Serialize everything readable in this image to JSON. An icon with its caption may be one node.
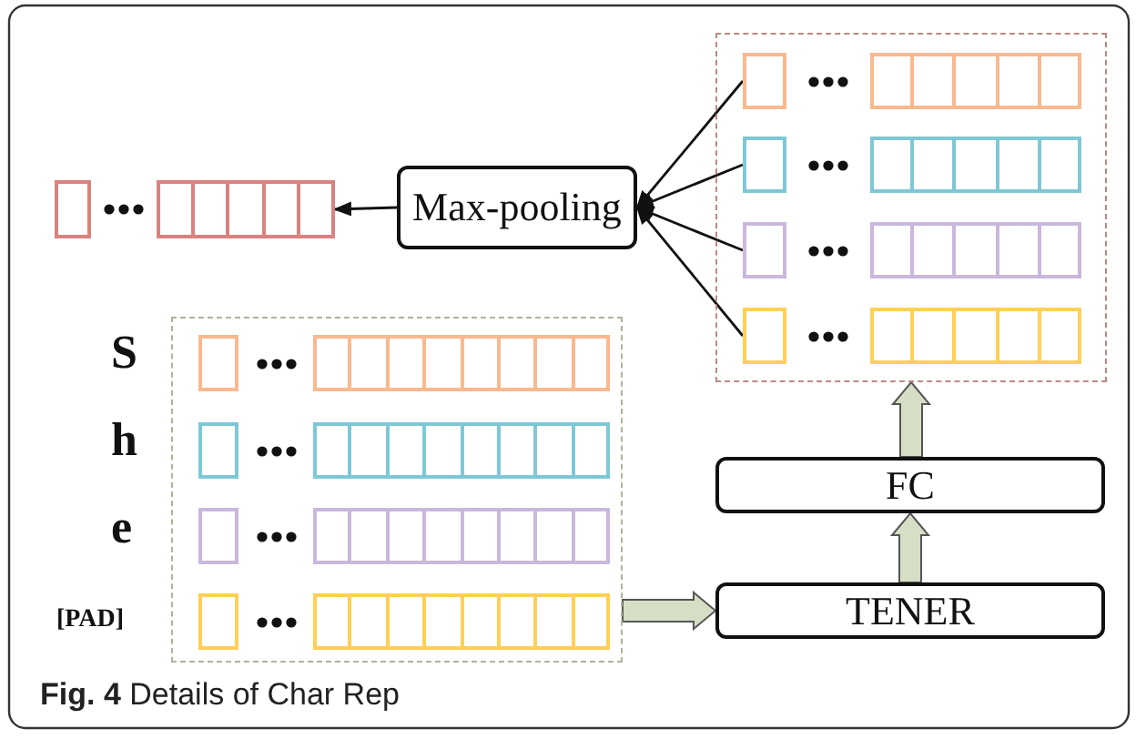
{
  "diagram": {
    "caption": "**Fig. 4** Details of Char Rep",
    "nodes": [
      {
        "text": [],
        "shape": "bar"
      },
      {
        "text": [
          "Max-pooling"
        ]
      },
      {
        "text": [],
        "shape": "box"
      },
      {
        "text": [],
        "shape": "bar",
        "in": 2
      },
      {
        "text": [],
        "shape": "bar",
        "in": 2
      },
      {
        "text": [],
        "shape": "bar",
        "in": 2
      },
      {
        "text": [],
        "shape": "bar",
        "in": 2
      },
      {
        "text": [],
        "shape": "box"
      },
      {
        "text": [],
        "shape": "bar",
        "in": 7,
        "beside": [
          "S"
        ]
      },
      {
        "text": [],
        "shape": "bar",
        "in": 7,
        "beside": [
          "h"
        ]
      },
      {
        "text": [],
        "shape": "bar",
        "in": 7,
        "beside": [
          "e"
        ]
      },
      {
        "text": [],
        "shape": "bar",
        "in": 7,
        "beside": [
          "[PAD]"
        ]
      },
      {
        "text": [
          "TENER"
        ]
      },
      {
        "text": [
          "FC"
        ]
      }
    ],
    "edges": [
      {
        "from": 1,
        "to": 0,
        "arrow": "to"
      },
      {
        "from": 3,
        "to": 1,
        "arrow": "to"
      },
      {
        "from": 4,
        "to": 1,
        "arrow": "to"
      },
      {
        "from": 5,
        "to": 1,
        "arrow": "to"
      },
      {
        "from": 6,
        "to": 1,
        "arrow": "to"
      },
      {
        "from": 7,
        "to": 12,
        "arrow": "to",
        "style": "thick"
      },
      {
        "from": 12,
        "to": 13,
        "arrow": "to",
        "style": "thick"
      },
      {
        "from": 13,
        "to": 2,
        "arrow": "to",
        "style": "thick"
      }
    ]
  }
}
